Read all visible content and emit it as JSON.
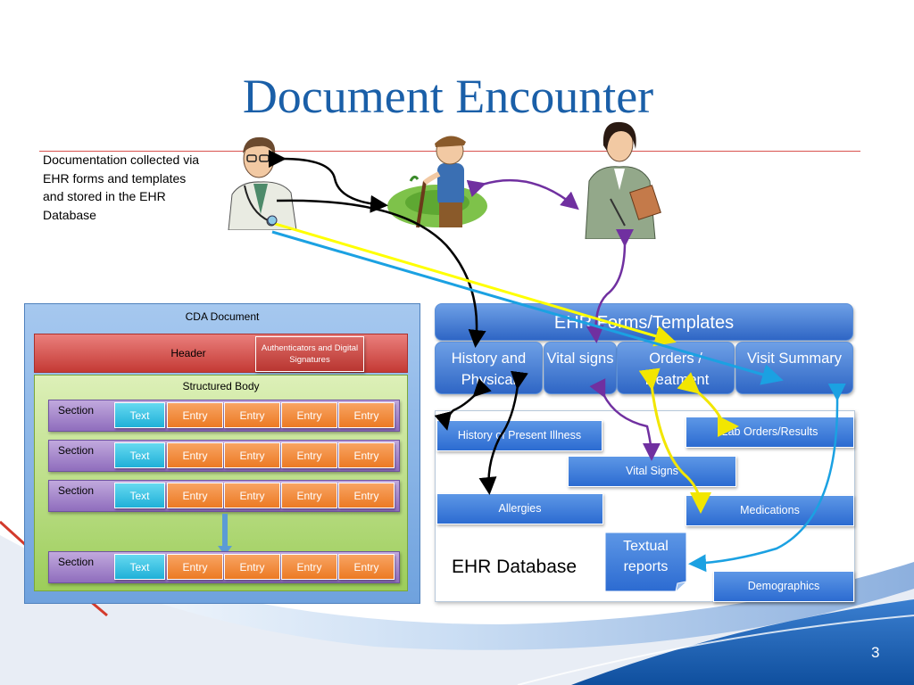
{
  "slide": {
    "title": "Document Encounter",
    "description": "Documentation collected via EHR forms and templates and stored in the EHR Database",
    "page_number": "3"
  },
  "cda": {
    "title": "CDA Document",
    "header_label": "Header",
    "authenticators": "Authenticators and Digital Signatures",
    "body_label": "Structured Body",
    "sections": [
      {
        "label": "Section",
        "text": "Text",
        "entries": [
          "Entry",
          "Entry",
          "Entry",
          "Entry"
        ]
      },
      {
        "label": "Section",
        "text": "Text",
        "entries": [
          "Entry",
          "Entry",
          "Entry",
          "Entry"
        ]
      },
      {
        "label": "Section",
        "text": "Text",
        "entries": [
          "Entry",
          "Entry",
          "Entry",
          "Entry"
        ]
      },
      {
        "label": "Section",
        "text": "Text",
        "entries": [
          "Entry",
          "Entry",
          "Entry",
          "Entry"
        ]
      }
    ]
  },
  "forms": {
    "title": "EHR Forms/Templates",
    "items": [
      "History and Physical",
      "Vital signs",
      "Orders / Treatment",
      "Visit Summary"
    ]
  },
  "database": {
    "label": "EHR Database",
    "items": [
      "History of Present Illness",
      "Lab Orders/Results",
      "Vital Signs",
      "Allergies",
      "Medications",
      "Textual reports",
      "Demographics"
    ]
  },
  "colors": {
    "title": "#1a5fa8",
    "cda_background": "#8bb5e8",
    "header": "#d9534f",
    "structured_body": "#b8de7f",
    "section": "#a98bcb",
    "text_chip": "#3cc3e6",
    "entry_chip": "#f08a3c",
    "form_blue": "#4a82d6",
    "arrow_black": "#000000",
    "arrow_purple": "#7030a0",
    "arrow_yellow": "#ffff00",
    "arrow_cyan": "#1ba1e2"
  },
  "icons": [
    "doctor-clipart",
    "elderly-patient-clipart",
    "nurse-clipart"
  ]
}
